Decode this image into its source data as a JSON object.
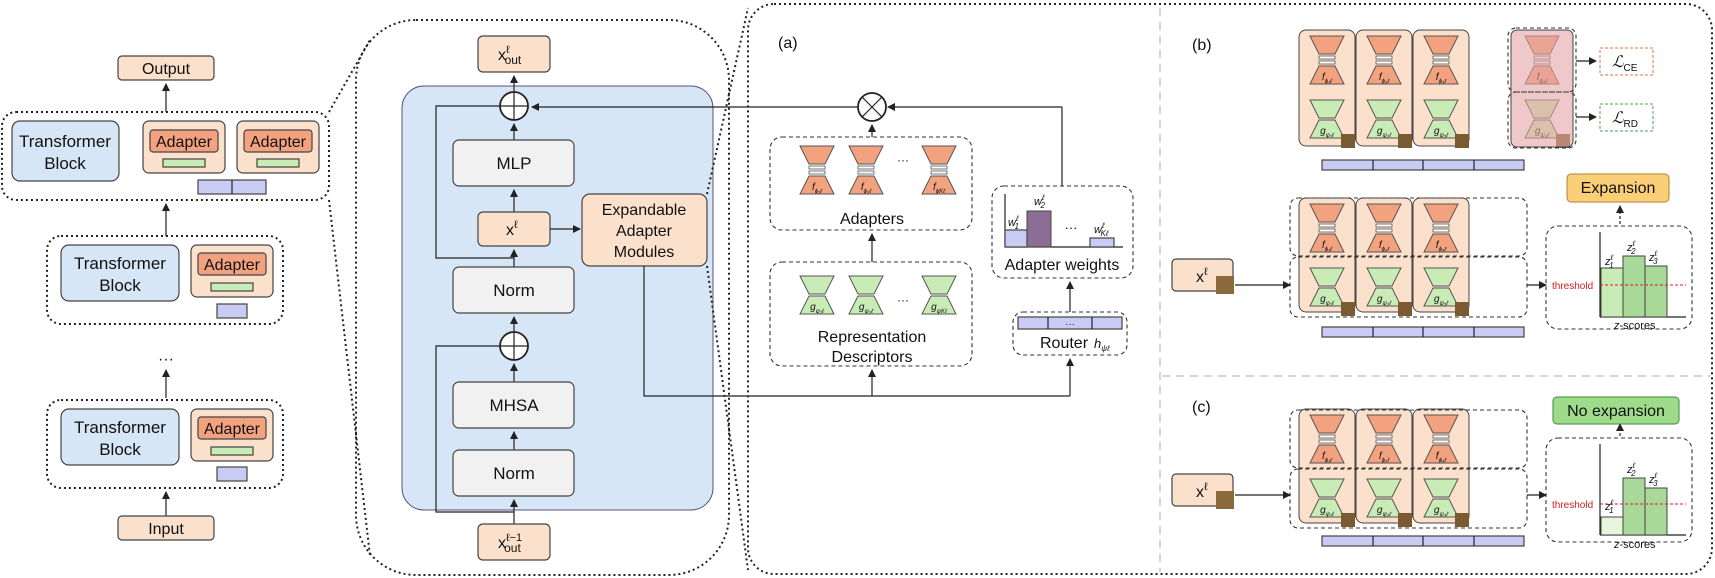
{
  "left": {
    "output": "Output",
    "input": "Input",
    "transformer": [
      "Transformer",
      "Block"
    ],
    "adapter": "Adapter",
    "ellipsis": "···"
  },
  "middle": {
    "x_out": "x",
    "x_out_sup": "ℓ",
    "x_out_sub": "out",
    "x_in_sup": "ℓ−1",
    "mlp": "MLP",
    "norm": "Norm",
    "mhsa": "MHSA",
    "x_l": "x",
    "x_l_sup": "ℓ",
    "eam": [
      "Expandable",
      "Adapter",
      "Modules"
    ]
  },
  "panel_a": {
    "label": "(a)",
    "adapters": "Adapters",
    "descriptors": [
      "Representation",
      "Descriptors"
    ],
    "adapter_weights": "Adapter weights",
    "router": "Router",
    "router_sym": "h",
    "router_sub": "ψℓ",
    "ellipsis": "···",
    "f_labels": [
      "f",
      "f",
      "f"
    ],
    "f_subs": [
      "ϕ₁ℓ",
      "ϕ₂ℓ",
      "ϕKℓ"
    ],
    "g_labels": [
      "g",
      "g",
      "g"
    ],
    "g_subs": [
      "ψ₁ℓ",
      "ψ₂ℓ",
      "ψKℓ"
    ],
    "w_labels": [
      "w",
      "w",
      "w"
    ],
    "w_subs": [
      "1",
      "2",
      "Kℓ"
    ],
    "w_sup": "ℓ",
    "weights_ellipsis": "···"
  },
  "panel_b": {
    "label": "(b)",
    "loss_ce": "ℒ",
    "loss_ce_sub": "CE",
    "loss_rd": "ℒ",
    "loss_rd_sub": "RD",
    "expansion": "Expansion",
    "threshold": "threshold",
    "zscores_z": "z",
    "zscores": "-scores",
    "x_l": "x",
    "x_l_sup": "ℓ",
    "z_labels": [
      "z",
      "z",
      "z"
    ],
    "z_subs": [
      "1",
      "2",
      "3"
    ],
    "z_sup": "ℓ",
    "f_subs": [
      "ϕ₁ℓ",
      "ϕ₂ℓ",
      "ϕ₃ℓ",
      "ϕ₄ℓ"
    ],
    "g_subs": [
      "ψ₁ℓ",
      "ψ₂ℓ",
      "ψ₃ℓ",
      "ψ₄ℓ"
    ],
    "f_letter": "f",
    "g_letter": "g"
  },
  "panel_c": {
    "label": "(c)",
    "no_expansion": "No expansion",
    "threshold": "threshold",
    "zscores_z": "z",
    "zscores": "-scores",
    "x_l": "x",
    "x_l_sup": "ℓ",
    "z_labels": [
      "z",
      "z",
      "z"
    ],
    "z_subs": [
      "1",
      "2",
      "3"
    ],
    "z_sup": "ℓ"
  },
  "colors": {
    "peach": "#fbe0cc",
    "orange": "#f2a27e",
    "green": "#c9ecb6",
    "light_blue": "#d7e6f6",
    "lavender": "#c9ccf2",
    "expansion": "#fbcf78",
    "no_expansion": "#9edc8b",
    "threshold": "#d62020",
    "purple_bar": "#8c6d96"
  }
}
